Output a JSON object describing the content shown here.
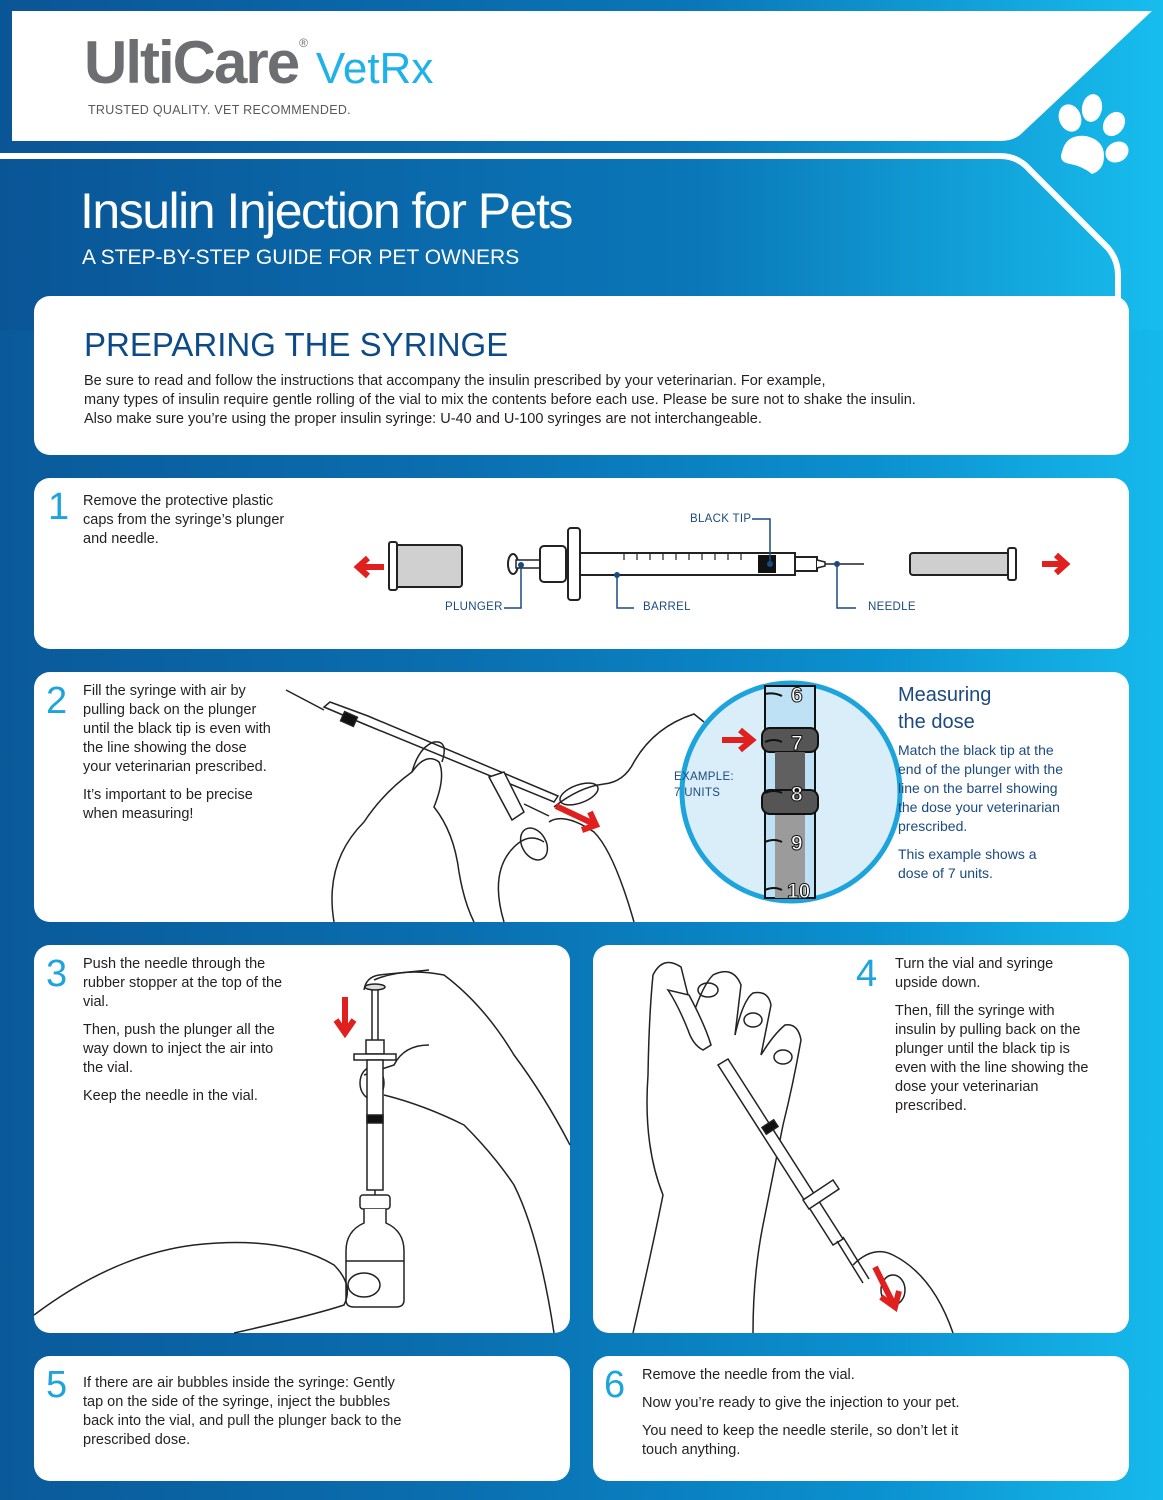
{
  "brand": {
    "name_main": "UltiCare",
    "registered": "®",
    "name_sub": "VetRx",
    "tagline": "TRUSTED QUALITY. VET RECOMMENDED.",
    "colors": {
      "gray": "#6d6e71",
      "cyan": "#1eb2e8",
      "navy": "#0d4a8a",
      "red": "#e0201f"
    }
  },
  "header": {
    "title": "Insulin Injection for Pets",
    "subtitle": "A STEP-BY-STEP GUIDE FOR PET OWNERS",
    "icon": "paw-icon"
  },
  "intro": {
    "title": "PREPARING THE SYRINGE",
    "lines": [
      "Be sure to read and follow the instructions that accompany the insulin prescribed by your veterinarian. For example,",
      "many types of insulin require gentle rolling of the vial to mix the contents before each use. Please be sure not to shake the insulin.",
      "Also make sure you’re using the proper insulin syringe: U-40 and U-100 syringes are not interchangeable."
    ]
  },
  "steps": [
    {
      "number": "1",
      "paragraphs": [
        "Remove the protective plastic caps from the syringe’s plunger and needle."
      ],
      "labels": {
        "black_tip": "BLACK TIP",
        "plunger": "PLUNGER",
        "barrel": "BARREL",
        "needle": "NEEDLE"
      }
    },
    {
      "number": "2",
      "paragraphs": [
        "Fill the syringe with air by pulling back on the plunger until the black tip is even with the line showing the dose your veterinarian prescribed.",
        "It’s important to be precise when measuring!"
      ],
      "example_label": [
        "EXAMPLE:",
        "7 UNITS"
      ],
      "scale_marks": [
        "6",
        "7",
        "8",
        "9",
        "10"
      ],
      "measuring": {
        "title_line1": "Measuring",
        "title_line2": "the dose",
        "paragraphs": [
          "Match the black tip at the end of the plunger with the line on the barrel showing the dose your veterinarian prescribed.",
          "This example shows a dose of 7 units."
        ]
      }
    },
    {
      "number": "3",
      "paragraphs": [
        "Push the needle through the rubber stopper at the top of the vial.",
        "Then, push the plunger all the way down to inject the air into the vial.",
        "Keep the needle in the vial."
      ]
    },
    {
      "number": "4",
      "paragraphs": [
        "Turn the vial and syringe upside down.",
        "Then, fill the syringe with insulin by pulling back on the plunger until the black tip is even with the line showing the dose your veterinarian prescribed."
      ]
    },
    {
      "number": "5",
      "paragraphs": [
        "If there are air bubbles inside the syringe: Gently tap on the side of the syringe, inject the bubbles back into the vial, and pull the plunger back to the prescribed dose."
      ]
    },
    {
      "number": "6",
      "paragraphs": [
        "Remove the needle from the vial.",
        "Now you’re ready to give the injection to your pet.",
        "You need to keep the needle sterile, so don’t let it touch anything."
      ]
    }
  ]
}
